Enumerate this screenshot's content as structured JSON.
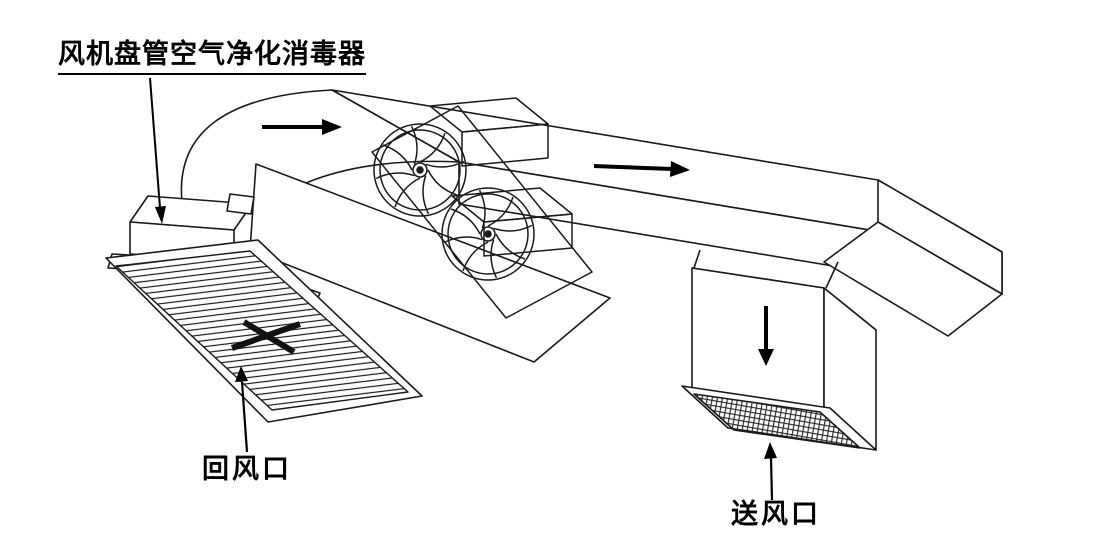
{
  "diagram": {
    "title": "风机盘管空气净化消毒器",
    "labels": {
      "return_air_inlet": "回风口",
      "supply_air_outlet": "送风口"
    },
    "icons": {
      "duct_airflow_left": "→",
      "duct_airflow_right": "→",
      "supply_downflow": "↓",
      "title_leader": "↓",
      "return_label_leader": "↑",
      "supply_label_leader": "↑"
    },
    "colors": {
      "line": "#1a1a1a",
      "arrow": "#000000",
      "background": "#ffffff"
    }
  }
}
